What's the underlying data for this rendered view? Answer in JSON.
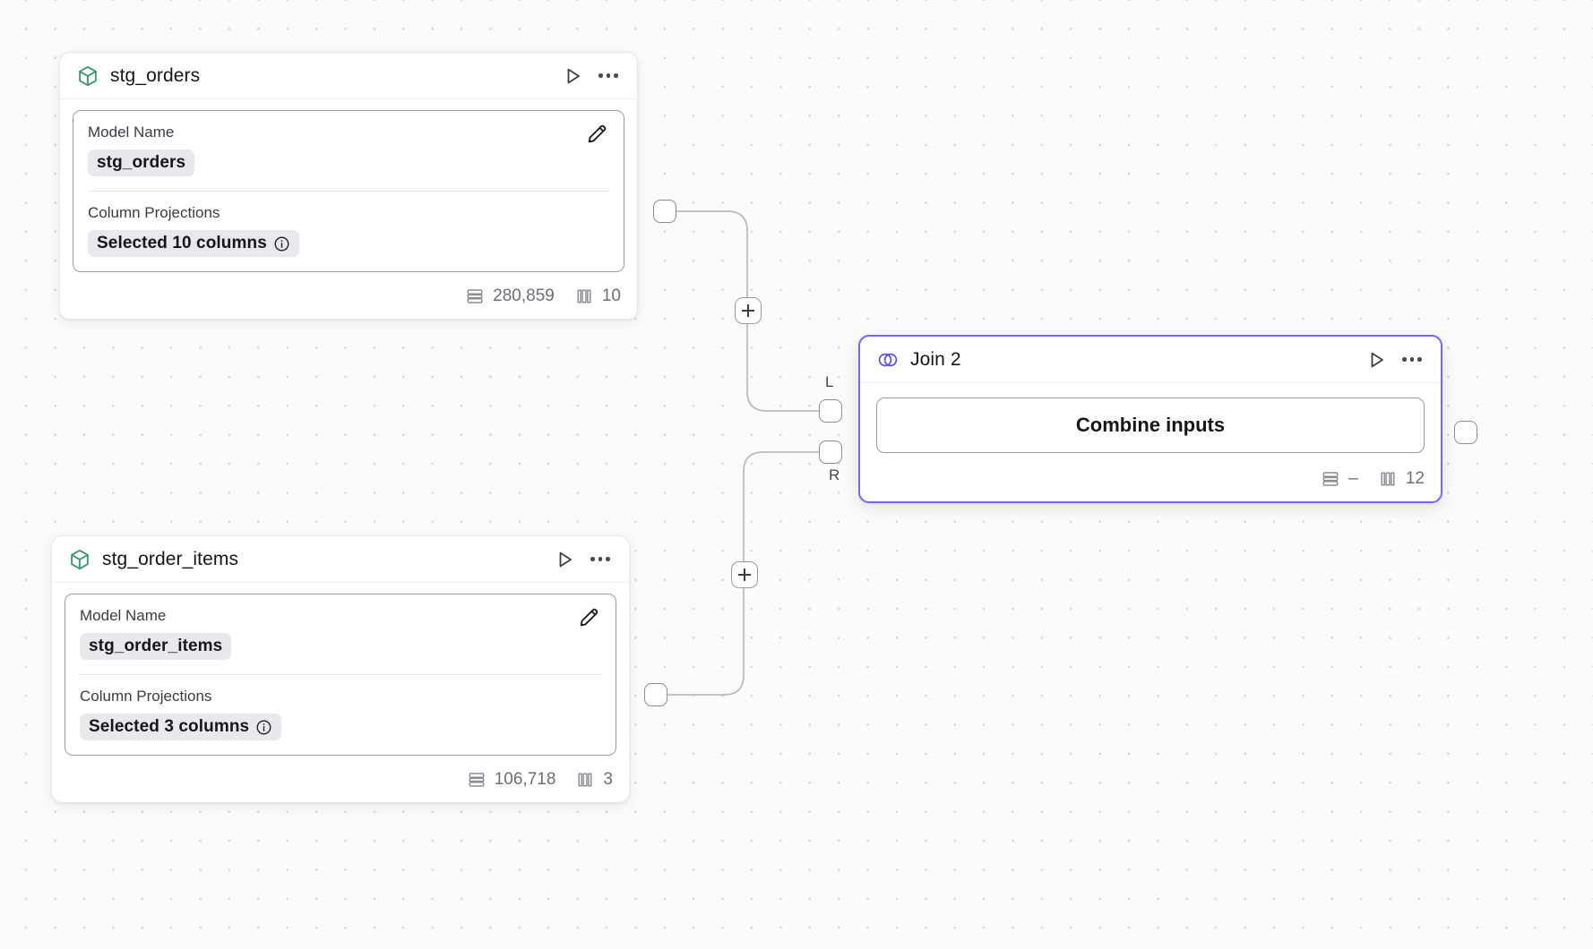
{
  "canvas": {
    "background_color": "#fbfbfb",
    "grid": "dot-grid",
    "accent_color": "#7b61ff"
  },
  "nodes": [
    {
      "id": "stg_orders",
      "type": "model",
      "icon": "cube-icon",
      "icon_color": "#3a9a6b",
      "title": "stg_orders",
      "run_label": "Run",
      "menu_label": "More options",
      "fields": [
        {
          "label": "Model Name",
          "value": "stg_orders",
          "edit_icon": "pencil-icon"
        },
        {
          "label": "Column Projections",
          "value": "Selected 10 columns",
          "info_icon": "info-icon"
        }
      ],
      "footer": {
        "rows_icon": "rows-icon",
        "rows": "280,859",
        "columns_icon": "columns-icon",
        "columns": "10"
      },
      "selected": false
    },
    {
      "id": "stg_order_items",
      "type": "model",
      "icon": "cube-icon",
      "icon_color": "#3a9a6b",
      "title": "stg_order_items",
      "run_label": "Run",
      "menu_label": "More options",
      "fields": [
        {
          "label": "Model Name",
          "value": "stg_order_items",
          "edit_icon": "pencil-icon"
        },
        {
          "label": "Column Projections",
          "value": "Selected 3 columns",
          "info_icon": "info-icon"
        }
      ],
      "footer": {
        "rows_icon": "rows-icon",
        "rows": "106,718",
        "columns_icon": "columns-icon",
        "columns": "3"
      },
      "selected": false
    },
    {
      "id": "join_2",
      "type": "join",
      "icon": "venn-join-icon",
      "icon_color": "#5b4ee0",
      "title": "Join 2",
      "run_label": "Run",
      "menu_label": "More options",
      "action_button": "Combine inputs",
      "input_port_labels": {
        "left": "L",
        "right": "R"
      },
      "footer": {
        "rows_icon": "rows-icon",
        "rows": "–",
        "columns_icon": "columns-icon",
        "columns": "12"
      },
      "selected": true
    }
  ],
  "edges": [
    {
      "from": "stg_orders",
      "to": "join_2.L",
      "add_button": "+"
    },
    {
      "from": "stg_order_items",
      "to": "join_2.R",
      "add_button": "+"
    }
  ]
}
